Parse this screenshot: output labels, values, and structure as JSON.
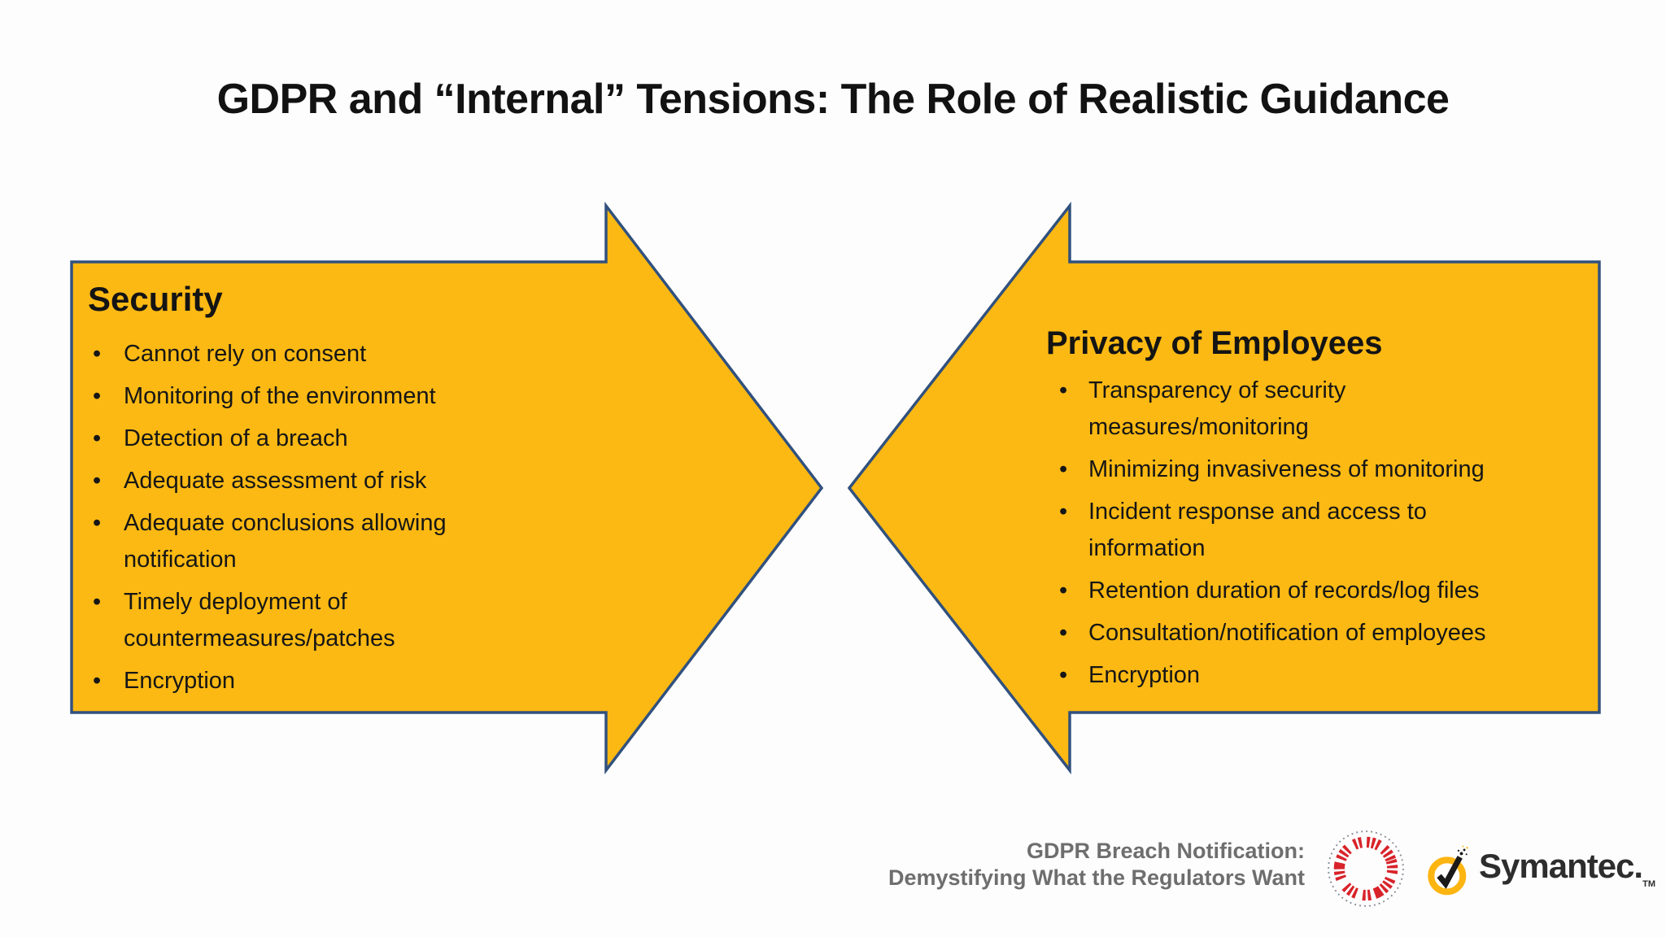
{
  "slide": {
    "title": "GDPR and “Internal” Tensions: The Role of Realistic Guidance"
  },
  "left_arrow": {
    "heading": "Security",
    "bullets": [
      "Cannot rely on consent",
      "Monitoring of the environment",
      "Detection of a breach",
      "Adequate assessment of risk",
      "Adequate conclusions allowing notification",
      "Timely deployment of countermeasures/patches",
      "Encryption"
    ]
  },
  "right_arrow": {
    "heading": "Privacy of Employees",
    "bullets": [
      "Transparency of security measures/monitoring",
      "Minimizing invasiveness of monitoring",
      "Incident response and access to information",
      "Retention duration of records/log files",
      "Consultation/notification of employees",
      "Encryption"
    ]
  },
  "footer": {
    "caption_line1": "GDPR Breach Notification:",
    "caption_line2": "Demystifying What the Regulators Want",
    "brand": "Symantec.",
    "trademark": "TM"
  },
  "colors": {
    "arrow_fill": "#FCB913",
    "arrow_border": "#31517E",
    "title_text": "#121212",
    "footer_text": "#6E6E6E",
    "logo_tick_red": "#D8232A",
    "logo_dot_gray": "#8A8F98",
    "symantec_yellow": "#FDB511",
    "background": "#FDFDFD"
  }
}
